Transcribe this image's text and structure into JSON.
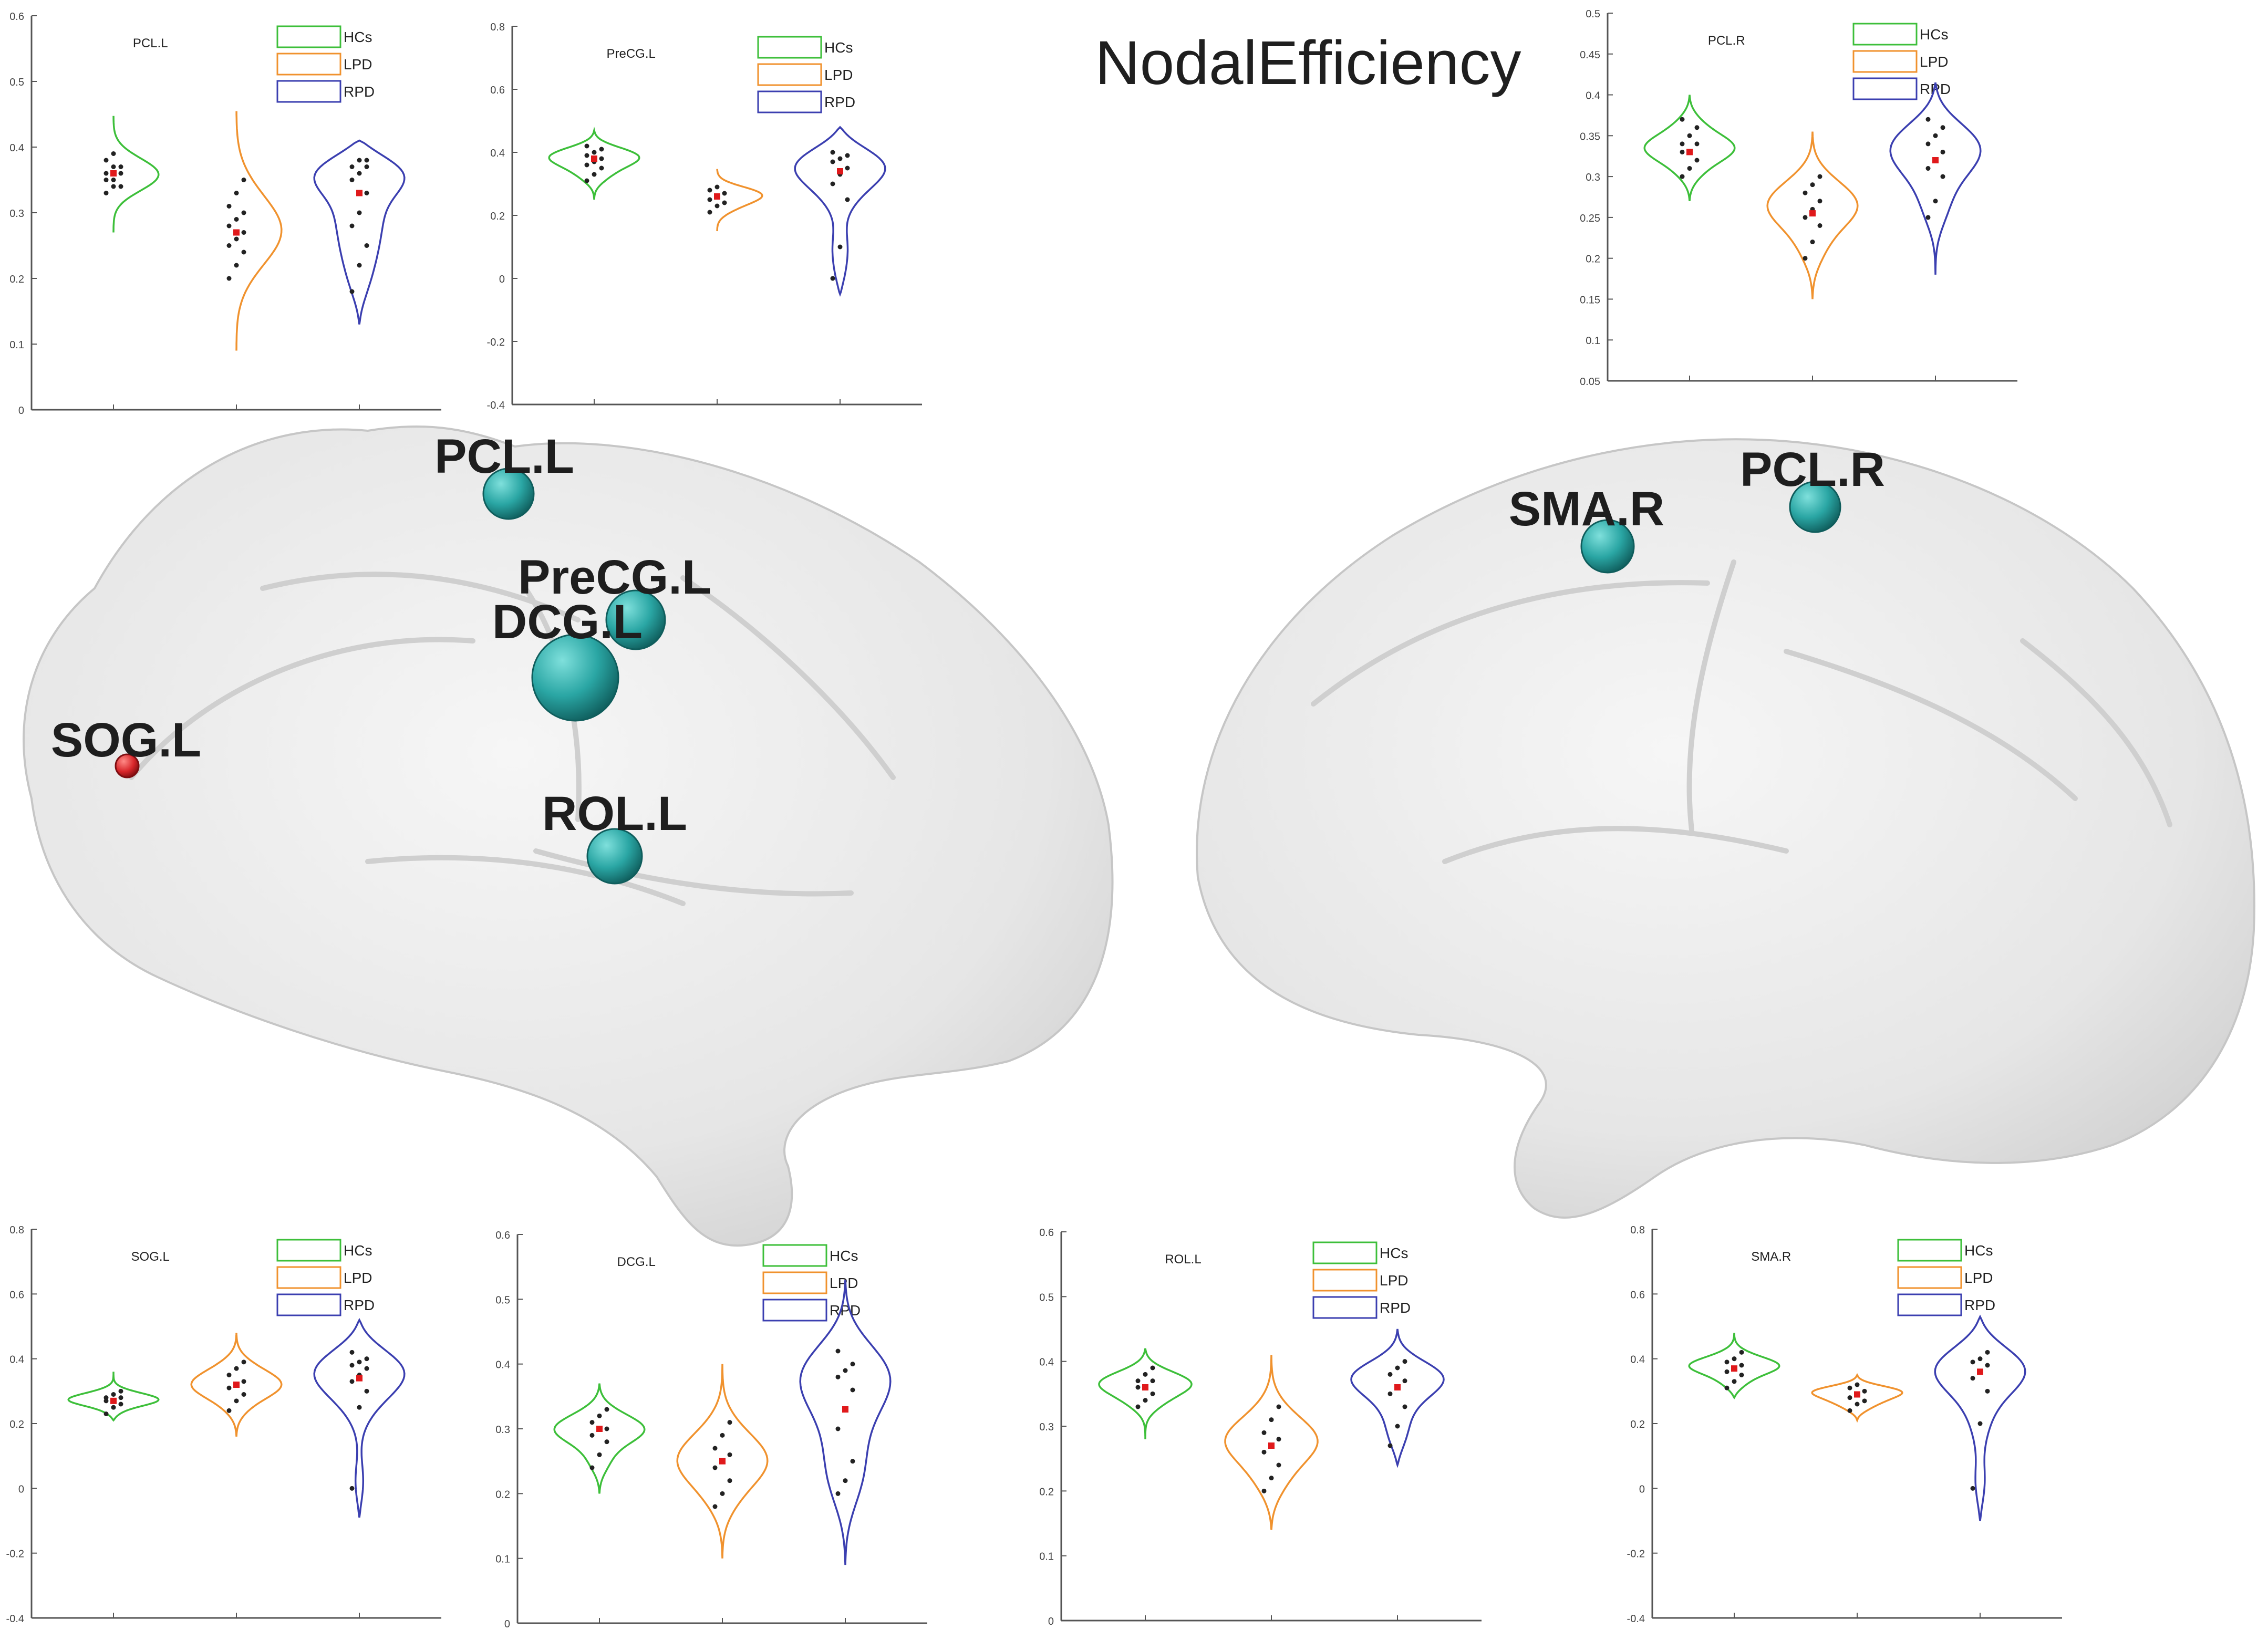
{
  "figure_title": "NodalEfficiency",
  "colors": {
    "HCs": "#3dbf3a",
    "LPD": "#f0922e",
    "RPD": "#3b3fb0",
    "node_blue": "#2aa6a4",
    "node_red": "#d8262a",
    "mean_marker": "#e0191b",
    "point": "#222222",
    "brain_fill": "#e9e9e9"
  },
  "brain": {
    "nodes": [
      {
        "label": "PCL.L",
        "color": "teal"
      },
      {
        "label": "PreCG.L",
        "color": "teal"
      },
      {
        "label": "DCG.L",
        "color": "teal"
      },
      {
        "label": "SOG.L",
        "color": "red"
      },
      {
        "label": "ROL.L",
        "color": "teal"
      },
      {
        "label": "SMA.R",
        "color": "teal"
      },
      {
        "label": "PCL.R",
        "color": "teal"
      }
    ]
  },
  "chart_data": [
    {
      "type": "violin",
      "title": "PCL.L",
      "legend": [
        "HCs",
        "LPD",
        "RPD"
      ],
      "ylim": [
        0,
        0.6
      ],
      "yticks": [
        "0",
        "0.1",
        "0.2",
        "0.3",
        "0.4",
        "0.5",
        "0.6"
      ],
      "series": [
        {
          "name": "HCs",
          "range": [
            0.27,
            0.45
          ],
          "mode": 0.36,
          "mean": 0.36,
          "points": [
            0.33,
            0.34,
            0.34,
            0.35,
            0.35,
            0.36,
            0.36,
            0.37,
            0.37,
            0.38,
            0.39
          ]
        },
        {
          "name": "LPD",
          "range": [
            0.09,
            0.46
          ],
          "mode": 0.27,
          "mean": 0.27,
          "points": [
            0.2,
            0.22,
            0.24,
            0.25,
            0.26,
            0.27,
            0.28,
            0.29,
            0.3,
            0.31,
            0.33,
            0.35
          ]
        },
        {
          "name": "RPD",
          "range": [
            0.13,
            0.41
          ],
          "mode": 0.37,
          "mean": 0.33,
          "points": [
            0.18,
            0.22,
            0.25,
            0.28,
            0.3,
            0.33,
            0.35,
            0.36,
            0.37,
            0.37,
            0.38,
            0.38
          ]
        }
      ]
    },
    {
      "type": "violin",
      "title": "PreCG.L",
      "legend": [
        "HCs",
        "LPD",
        "RPD"
      ],
      "ylim": [
        -0.4,
        0.8
      ],
      "yticks": [
        "-0.4",
        "-0.2",
        "0",
        "0.2",
        "0.4",
        "0.6",
        "0.8"
      ],
      "series": [
        {
          "name": "HCs",
          "range": [
            0.25,
            0.47
          ],
          "mode": 0.39,
          "mean": 0.38,
          "points": [
            0.31,
            0.33,
            0.35,
            0.36,
            0.37,
            0.38,
            0.39,
            0.4,
            0.41,
            0.42
          ]
        },
        {
          "name": "LPD",
          "range": [
            0.15,
            0.35
          ],
          "mode": 0.27,
          "mean": 0.26,
          "points": [
            0.21,
            0.23,
            0.24,
            0.25,
            0.26,
            0.27,
            0.28,
            0.29
          ]
        },
        {
          "name": "RPD",
          "range": [
            -0.05,
            0.48
          ],
          "mode": 0.38,
          "mean": 0.34,
          "points": [
            0.0,
            0.1,
            0.25,
            0.3,
            0.33,
            0.35,
            0.37,
            0.38,
            0.39,
            0.4
          ]
        }
      ]
    },
    {
      "type": "violin",
      "title": "PCL.R",
      "legend": [
        "HCs",
        "LPD",
        "RPD"
      ],
      "ylim": [
        0.05,
        0.5
      ],
      "yticks": [
        "0.05",
        "0.1",
        "0.15",
        "0.2",
        "0.25",
        "0.3",
        "0.35",
        "0.4",
        "0.45",
        "0.5"
      ],
      "series": [
        {
          "name": "HCs",
          "range": [
            0.27,
            0.4
          ],
          "mode": 0.335,
          "mean": 0.33,
          "points": [
            0.3,
            0.31,
            0.32,
            0.33,
            0.33,
            0.34,
            0.34,
            0.35,
            0.36,
            0.37
          ]
        },
        {
          "name": "LPD",
          "range": [
            0.15,
            0.355
          ],
          "mode": 0.265,
          "mean": 0.255,
          "points": [
            0.2,
            0.22,
            0.24,
            0.25,
            0.26,
            0.27,
            0.28,
            0.29,
            0.3
          ]
        },
        {
          "name": "RPD",
          "range": [
            0.18,
            0.415
          ],
          "mode": 0.34,
          "mean": 0.32,
          "points": [
            0.25,
            0.27,
            0.3,
            0.31,
            0.32,
            0.33,
            0.34,
            0.35,
            0.36,
            0.37
          ]
        }
      ]
    },
    {
      "type": "violin",
      "title": "SOG.L",
      "legend": [
        "HCs",
        "LPD",
        "RPD"
      ],
      "ylim": [
        -0.4,
        0.8
      ],
      "yticks": [
        "-0.4",
        "-0.2",
        "0",
        "0.2",
        "0.4",
        "0.6",
        "0.8"
      ],
      "series": [
        {
          "name": "HCs",
          "range": [
            0.21,
            0.36
          ],
          "mode": 0.27,
          "mean": 0.27,
          "points": [
            0.23,
            0.25,
            0.26,
            0.27,
            0.27,
            0.28,
            0.28,
            0.29,
            0.3
          ]
        },
        {
          "name": "LPD",
          "range": [
            0.16,
            0.48
          ],
          "mode": 0.32,
          "mean": 0.32,
          "points": [
            0.24,
            0.27,
            0.29,
            0.31,
            0.32,
            0.33,
            0.35,
            0.37,
            0.39
          ]
        },
        {
          "name": "RPD",
          "range": [
            -0.09,
            0.52
          ],
          "mode": 0.38,
          "mean": 0.34,
          "points": [
            0.0,
            0.25,
            0.3,
            0.33,
            0.35,
            0.37,
            0.38,
            0.39,
            0.4,
            0.42
          ]
        }
      ]
    },
    {
      "type": "violin",
      "title": "DCG.L",
      "legend": [
        "HCs",
        "LPD",
        "RPD"
      ],
      "ylim": [
        0,
        0.6
      ],
      "yticks": [
        "0",
        "0.1",
        "0.2",
        "0.3",
        "0.4",
        "0.5",
        "0.6"
      ],
      "series": [
        {
          "name": "HCs",
          "range": [
            0.2,
            0.37
          ],
          "mode": 0.3,
          "mean": 0.3,
          "points": [
            0.24,
            0.26,
            0.28,
            0.29,
            0.3,
            0.3,
            0.31,
            0.32,
            0.33
          ]
        },
        {
          "name": "LPD",
          "range": [
            0.1,
            0.4
          ],
          "mode": 0.25,
          "mean": 0.25,
          "points": [
            0.18,
            0.2,
            0.22,
            0.24,
            0.25,
            0.26,
            0.27,
            0.29,
            0.31
          ]
        },
        {
          "name": "RPD",
          "range": [
            0.09,
            0.53
          ],
          "mode": 0.39,
          "mean": 0.33,
          "points": [
            0.2,
            0.22,
            0.25,
            0.3,
            0.33,
            0.36,
            0.38,
            0.39,
            0.4,
            0.42
          ]
        }
      ]
    },
    {
      "type": "violin",
      "title": "ROL.L",
      "legend": [
        "HCs",
        "LPD",
        "RPD"
      ],
      "ylim": [
        0,
        0.6
      ],
      "yticks": [
        "0",
        "0.1",
        "0.2",
        "0.3",
        "0.4",
        "0.5",
        "0.6"
      ],
      "series": [
        {
          "name": "HCs",
          "range": [
            0.28,
            0.42
          ],
          "mode": 0.37,
          "mean": 0.36,
          "points": [
            0.33,
            0.34,
            0.35,
            0.36,
            0.36,
            0.37,
            0.37,
            0.38,
            0.39
          ]
        },
        {
          "name": "LPD",
          "range": [
            0.14,
            0.41
          ],
          "mode": 0.28,
          "mean": 0.27,
          "points": [
            0.2,
            0.22,
            0.24,
            0.26,
            0.27,
            0.28,
            0.29,
            0.31,
            0.33
          ]
        },
        {
          "name": "RPD",
          "range": [
            0.24,
            0.45
          ],
          "mode": 0.38,
          "mean": 0.36,
          "points": [
            0.27,
            0.3,
            0.33,
            0.35,
            0.36,
            0.37,
            0.38,
            0.39,
            0.4
          ]
        }
      ]
    },
    {
      "type": "violin",
      "title": "SMA.R",
      "legend": [
        "HCs",
        "LPD",
        "RPD"
      ],
      "ylim": [
        -0.4,
        0.8
      ],
      "yticks": [
        "-0.4",
        "-0.2",
        "0",
        "0.2",
        "0.4",
        "0.6",
        "0.8"
      ],
      "series": [
        {
          "name": "HCs",
          "range": [
            0.28,
            0.48
          ],
          "mode": 0.38,
          "mean": 0.37,
          "points": [
            0.31,
            0.33,
            0.35,
            0.36,
            0.37,
            0.38,
            0.39,
            0.4,
            0.42
          ]
        },
        {
          "name": "LPD",
          "range": [
            0.21,
            0.35
          ],
          "mode": 0.3,
          "mean": 0.29,
          "points": [
            0.24,
            0.26,
            0.27,
            0.28,
            0.29,
            0.3,
            0.31,
            0.32
          ]
        },
        {
          "name": "RPD",
          "range": [
            -0.1,
            0.53
          ],
          "mode": 0.39,
          "mean": 0.36,
          "points": [
            0.0,
            0.2,
            0.3,
            0.34,
            0.36,
            0.38,
            0.39,
            0.4,
            0.42
          ]
        }
      ]
    }
  ]
}
